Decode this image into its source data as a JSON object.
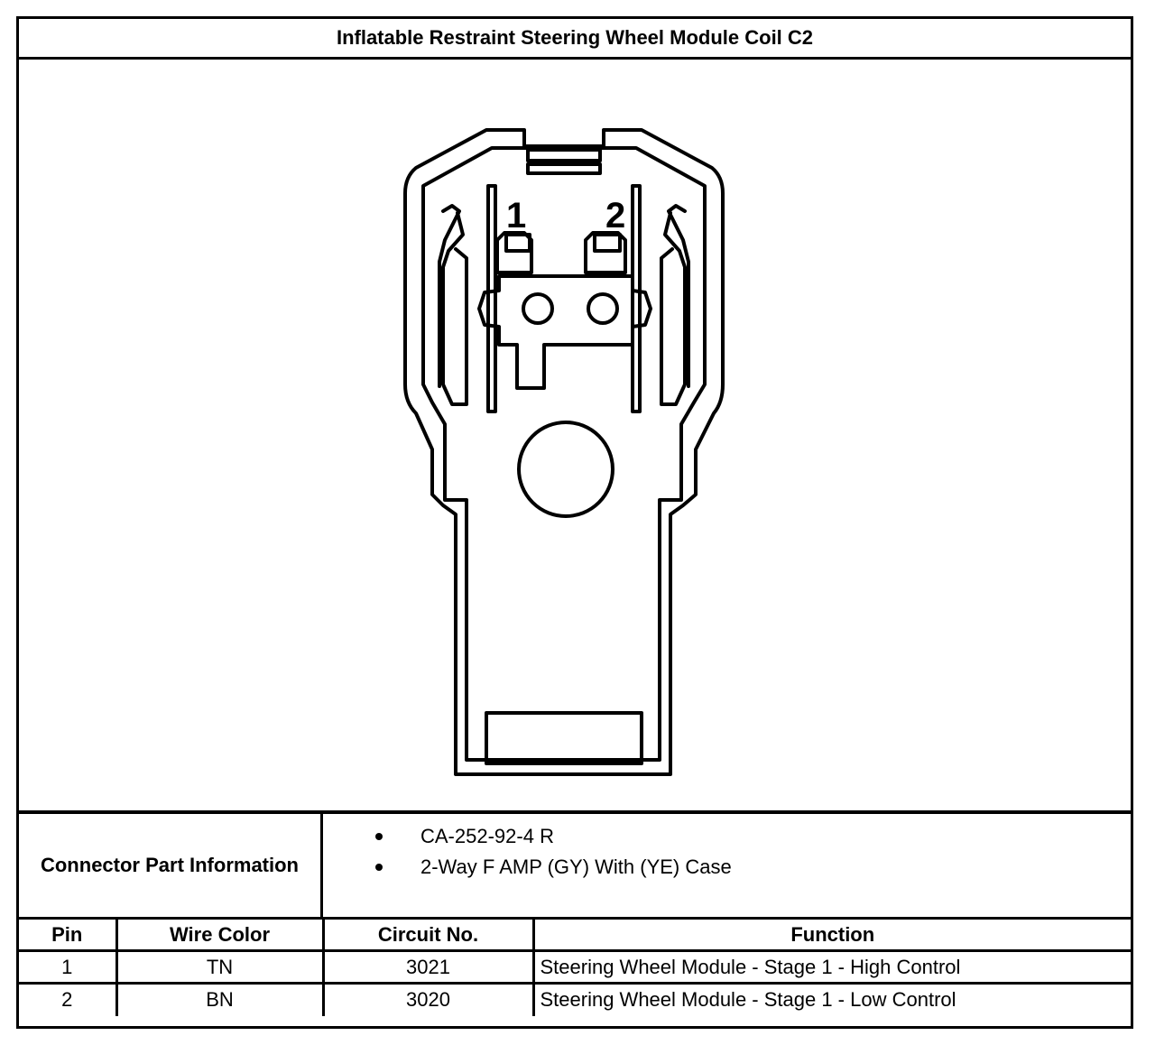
{
  "title": "Inflatable Restraint Steering Wheel Module Coil C2",
  "connector": {
    "pin_labels": [
      "1",
      "2"
    ]
  },
  "connector_info": {
    "label": "Connector Part Information",
    "items": [
      "CA-252-92-4 R",
      "2-Way F AMP (GY) With (YE) Case"
    ]
  },
  "pin_table": {
    "headers": [
      "Pin",
      "Wire Color",
      "Circuit No.",
      "Function"
    ],
    "rows": [
      [
        "1",
        "TN",
        "3021",
        "Steering Wheel Module - Stage 1 - High Control"
      ],
      [
        "2",
        "BN",
        "3020",
        "Steering Wheel Module - Stage 1 - Low Control"
      ]
    ]
  }
}
